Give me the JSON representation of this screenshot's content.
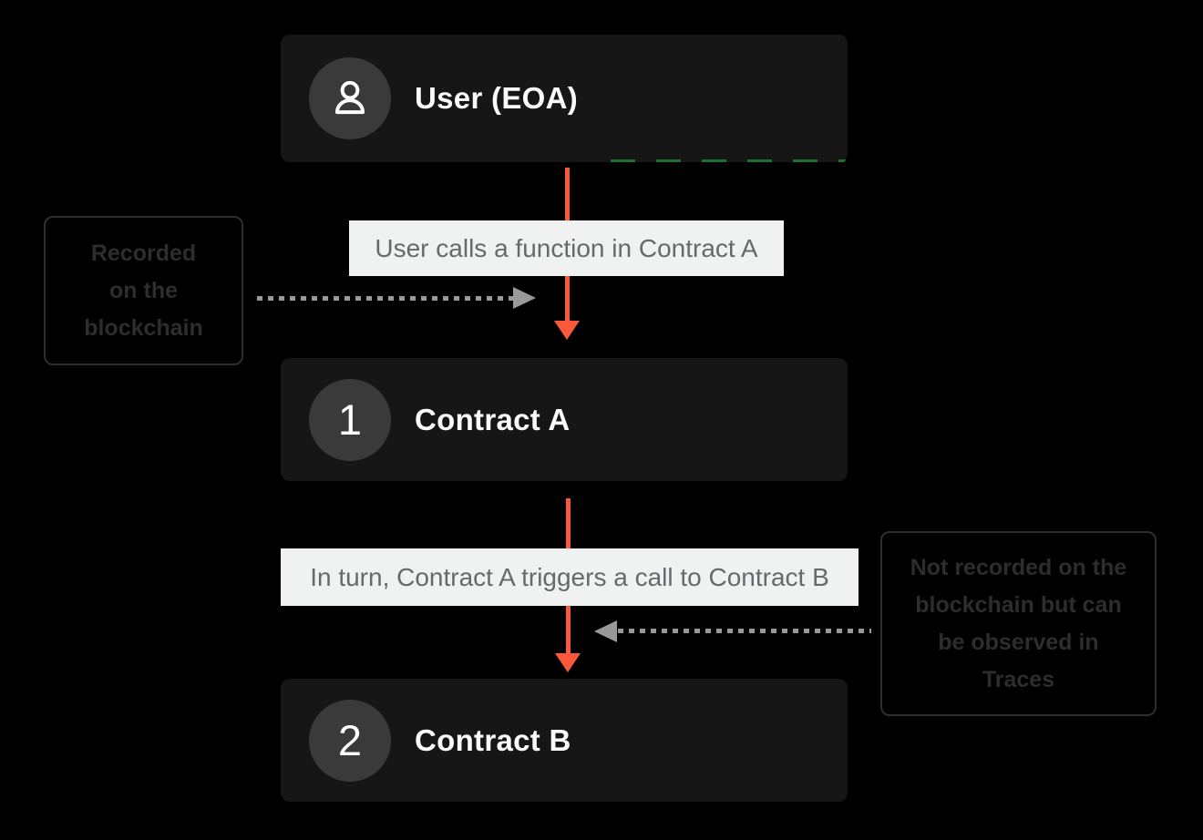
{
  "canvas": {
    "background": "#000000"
  },
  "colors": {
    "node_bg": "#161616",
    "badge_circle_bg": "#3a3a3a",
    "node_text": "#fafafa",
    "flow_label_bg": "#f0f1f1",
    "flow_label_text": "#67696b",
    "flow_arrow_orange": "#f9593a",
    "dotted_connector_gray": "#999999",
    "annotation_border": "#2e2e2e",
    "annotation_text": "#2d2d2d",
    "dashed_accent_green": "#1f6f30"
  },
  "nodes": [
    {
      "id": "user-eoa",
      "badge_icon": "person-icon",
      "title": "User (EOA)"
    },
    {
      "id": "contract-a",
      "badge": "1",
      "title": "Contract A"
    },
    {
      "id": "contract-b",
      "badge": "2",
      "title": "Contract B"
    }
  ],
  "flow_labels": [
    {
      "text": "User calls a function in Contract A"
    },
    {
      "text": "In turn, Contract A triggers a call to Contract B"
    }
  ],
  "annotations": [
    {
      "side": "left",
      "full_text": "Recorded on the blockchain",
      "lines": [
        "Recorded",
        "on the",
        "blockchain"
      ]
    },
    {
      "side": "right",
      "full_text": "Not recorded on the blockchain but can be observed in Traces",
      "lines": [
        "Not recorded on the",
        "blockchain but can",
        "be observed in",
        "Traces"
      ]
    }
  ]
}
